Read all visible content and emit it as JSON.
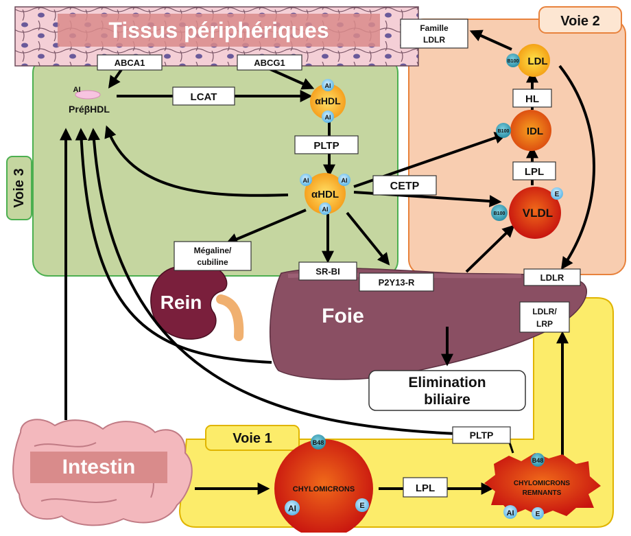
{
  "title": "Tissus périphériques",
  "regions": {
    "voie1": "Voie 1",
    "voie2": "Voie 2",
    "voie3": "Voie 3"
  },
  "organs": {
    "rein": "Rein",
    "foie": "Foie",
    "intestin": "Intestin"
  },
  "transporters": {
    "abca1": "ABCA1",
    "abcg1": "ABCG1",
    "lcat": "LCAT",
    "pltp_hdl": "PLTP",
    "cetp": "CETP",
    "megaline_1": "Mégaline/",
    "megaline_2": "cubiline",
    "srbi": "SR-BI",
    "p2y13r": "P2Y13-R",
    "hl": "HL",
    "lpl_idl": "LPL",
    "lpl_chylo": "LPL",
    "pltp_chylo": "PLTP",
    "ldlr": "LDLR",
    "ldlr_lrp_1": "LDLR/",
    "ldlr_lrp_2": "LRP",
    "famille_1": "Famille",
    "famille_2": "LDLR"
  },
  "particles": {
    "prebeta_hdl": "PréβHDL",
    "alpha_hdl_top": "αHDL",
    "alpha_hdl_mid": "αHDL",
    "ldl": "LDL",
    "idl": "IDL",
    "vldl": "VLDL",
    "chylomicrons": "CHYLOMICRONS",
    "chylo_remnants_1": "CHYLOMICRONS",
    "chylo_remnants_2": "REMNANTS"
  },
  "apolipoproteins": {
    "ai": "AI",
    "b100": "B100",
    "b48": "B48",
    "e": "E"
  },
  "elimination": {
    "line1": "Elimination",
    "line2": "biliaire"
  },
  "colors": {
    "voie3_fill": "#c5d6a0",
    "voie3_stroke": "#4caf50",
    "voie2_fill": "#f8cdb0",
    "voie2_stroke": "#e8823c",
    "voie1_fill": "#fcec6a",
    "voie1_stroke": "#e0b400",
    "liver": "#8a4f63",
    "kidney": "#7a1f3c",
    "tissue_label": "#d98b8b",
    "intestine": "#f3b8bd",
    "apo_ai": "#7ec8ee",
    "apo_b": "#3a9fb0"
  }
}
